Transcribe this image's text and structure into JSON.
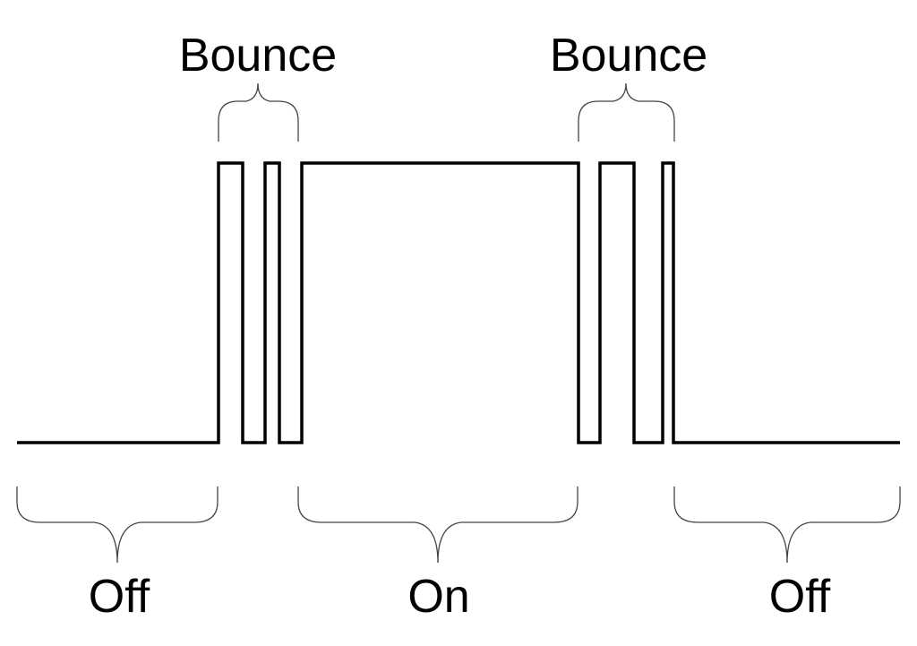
{
  "labels": {
    "bounce_press": "Bounce",
    "bounce_release": "Bounce",
    "off_before": "Off",
    "on": "On",
    "off_after": "Off"
  },
  "signal_sequence": [
    "low",
    "high",
    "low",
    "high",
    "low",
    "high",
    "low",
    "high",
    "low",
    "high",
    "low"
  ],
  "colors": {
    "signal": "#000000",
    "brace": "#444444"
  }
}
